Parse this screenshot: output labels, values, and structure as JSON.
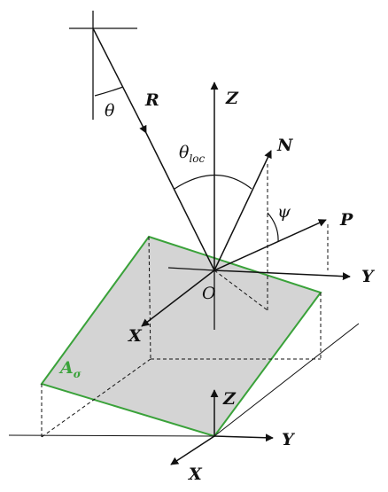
{
  "labels": {
    "theta": "θ",
    "R": "R",
    "Z_upper": "Z",
    "theta_loc_symbol": "θ",
    "theta_loc_sub": "loc",
    "N": "N",
    "psi": "ψ",
    "P": "P",
    "Y_upper": "Y",
    "O": "O",
    "X_upper": "X",
    "A_symbol": "A",
    "A_sub": "σ",
    "Z_lower": "Z",
    "Y_lower": "Y",
    "X_lower": "X"
  },
  "colors": {
    "plane_fill": "#d4d4d4",
    "plane_edge": "#3aa23a",
    "lines": "#111111"
  }
}
